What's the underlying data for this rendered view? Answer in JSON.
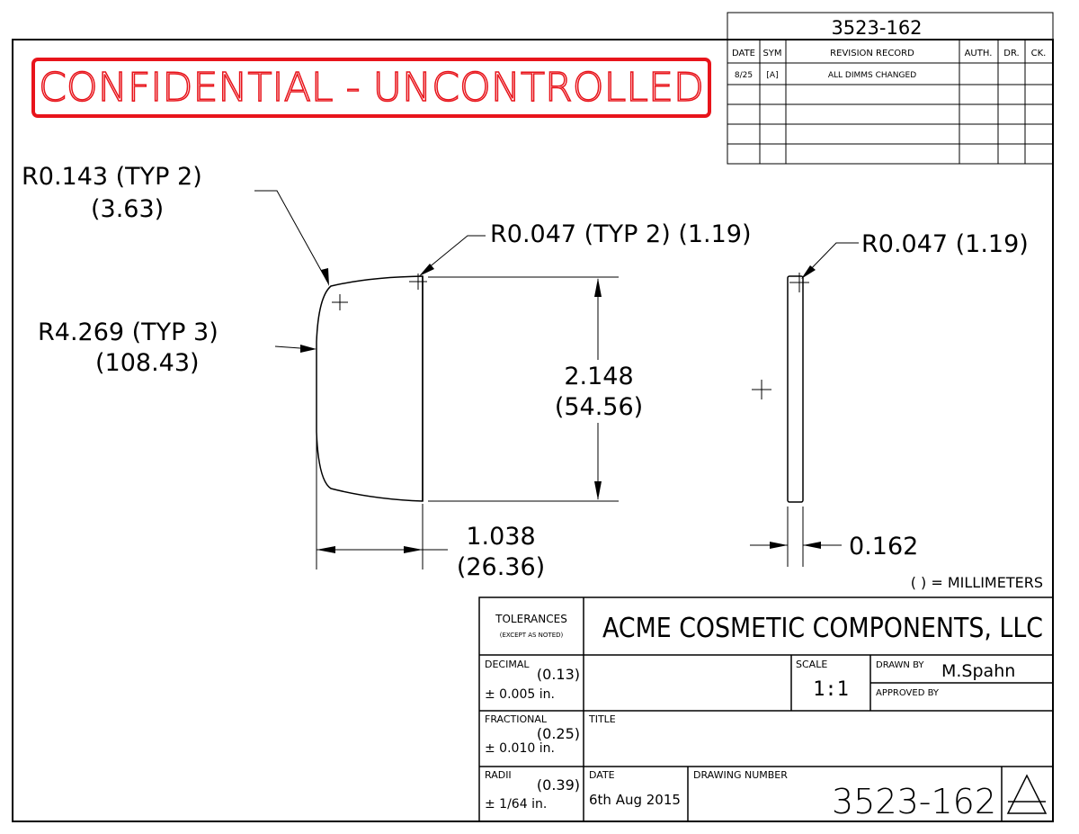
{
  "header_number": "3523-162",
  "confidential": {
    "text": "CONFIDENTIAL - UNCONTROLLED",
    "color": "#e8141b"
  },
  "revision": {
    "headers": [
      "DATE",
      "SYM",
      "REVISION RECORD",
      "AUTH.",
      "DR.",
      "CK."
    ],
    "rows": [
      [
        "8/25",
        "[A]",
        "ALL DIMMS CHANGED",
        "",
        "",
        ""
      ]
    ]
  },
  "callouts": {
    "r143_line1": "R0.143 (TYP 2)",
    "r143_line2": "(3.63)",
    "r047_typ": "R0.047 (TYP 2) (1.19)",
    "r047": "R0.047 (1.19)",
    "r4269_line1": "R4.269 (TYP 3)",
    "r4269_line2": "(108.43)",
    "height_in": "2.148",
    "height_mm": "(54.56)",
    "width_in": "1.038",
    "width_mm": "(26.36)",
    "thickness": "0.162",
    "mm_note": "( ) = MILLIMETERS"
  },
  "titleblock": {
    "tolerances": "TOLERANCES",
    "except": "(EXCEPT AS NOTED)",
    "company": "ACME COSMETIC COMPONENTS, LLC",
    "decimal_label": "DECIMAL",
    "decimal_mm": "(0.13)",
    "decimal_val": "± 0.005 in.",
    "fractional_label": "FRACTIONAL",
    "fractional_mm": "(0.25)",
    "fractional_val": "± 0.010 in.",
    "radii_label": "RADII",
    "radii_mm": "(0.39)",
    "radii_val": "± 1/64 in.",
    "scale_label": "SCALE",
    "scale_val": "1:1",
    "drawn_label": "DRAWN BY",
    "drawn_val": "M.Spahn",
    "approved_label": "APPROVED BY",
    "title_label": "TITLE",
    "date_label": "DATE",
    "date_val": "6th Aug 2015",
    "drawing_label": "DRAWING NUMBER",
    "drawing_val": "3523-162"
  }
}
